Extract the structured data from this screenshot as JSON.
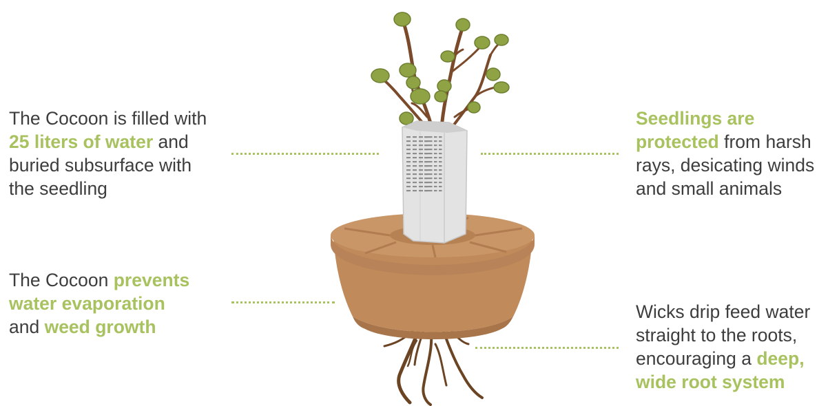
{
  "accent_color": "#a8c25f",
  "text_color": "#3d3d3d",
  "callouts": {
    "top_left": {
      "lines": [
        [
          {
            "t": "The Cocoon is filled with",
            "h": false
          }
        ],
        [
          {
            "t": "25 liters of water",
            "h": true
          },
          {
            "t": " and",
            "h": false
          }
        ],
        [
          {
            "t": "buried subsurface with",
            "h": false
          }
        ],
        [
          {
            "t": "the seedling",
            "h": false
          }
        ]
      ]
    },
    "top_right": {
      "lines": [
        [
          {
            "t": "Seedlings are",
            "h": true
          }
        ],
        [
          {
            "t": "protected",
            "h": true
          },
          {
            "t": " from harsh",
            "h": false
          }
        ],
        [
          {
            "t": "rays, desicating winds",
            "h": false
          }
        ],
        [
          {
            "t": "and small animals",
            "h": false
          }
        ]
      ]
    },
    "bottom_left": {
      "lines": [
        [
          {
            "t": "The Cocoon ",
            "h": false
          },
          {
            "t": "prevents",
            "h": true
          }
        ],
        [
          {
            "t": "water evaporation",
            "h": true
          }
        ],
        [
          {
            "t": "and ",
            "h": false
          },
          {
            "t": "weed growth",
            "h": true
          }
        ]
      ]
    },
    "bottom_right": {
      "lines": [
        [
          {
            "t": "Wicks drip feed water",
            "h": false
          }
        ],
        [
          {
            "t": "straight to the roots,",
            "h": false
          }
        ],
        [
          {
            "t": "encouraging a ",
            "h": false
          },
          {
            "t": "deep,",
            "h": true
          }
        ],
        [
          {
            "t": "wide root system",
            "h": true
          }
        ]
      ]
    }
  }
}
